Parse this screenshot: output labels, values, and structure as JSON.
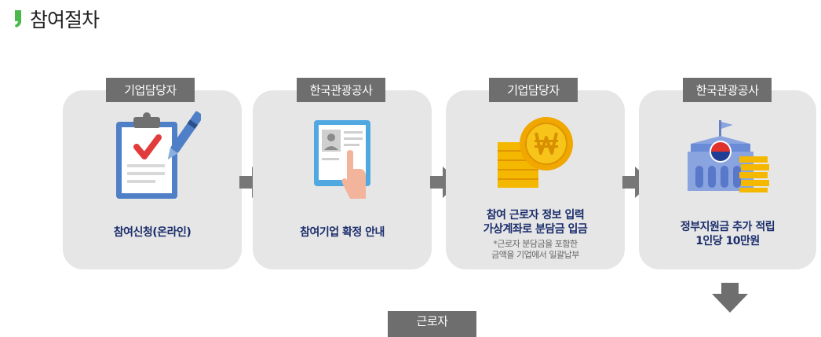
{
  "page": {
    "title": "참여절차"
  },
  "steps": [
    {
      "tag": "기업담당자",
      "text": "참여신청(온라인)",
      "icon": "clipboard-check-pen-icon"
    },
    {
      "tag": "한국관광공사",
      "text": "참여기업 확정 안내",
      "icon": "tablet-touch-icon"
    },
    {
      "tag": "기업담당자",
      "text_line1": "참여 근로자 정보 입력",
      "text_line2": "가상계좌로 분담금 입금",
      "note_line1": "*근로자 분담금을 포함한",
      "note_line2": "금액을 기업에서 일괄납부",
      "icon": "won-coins-icon"
    },
    {
      "tag": "한국관광공사",
      "text_line1": "정부지원금 추가 적립",
      "text_line2": "1인당 10만원",
      "icon": "government-building-coins-icon"
    }
  ],
  "next_step": {
    "tag": "근로자"
  },
  "colors": {
    "accent_green": "#4ab84a",
    "tag_gray": "#6e6e6e",
    "card_bg": "#e6e6e6",
    "arrow_gray": "#777777",
    "text_navy": "#1a2d6b"
  }
}
